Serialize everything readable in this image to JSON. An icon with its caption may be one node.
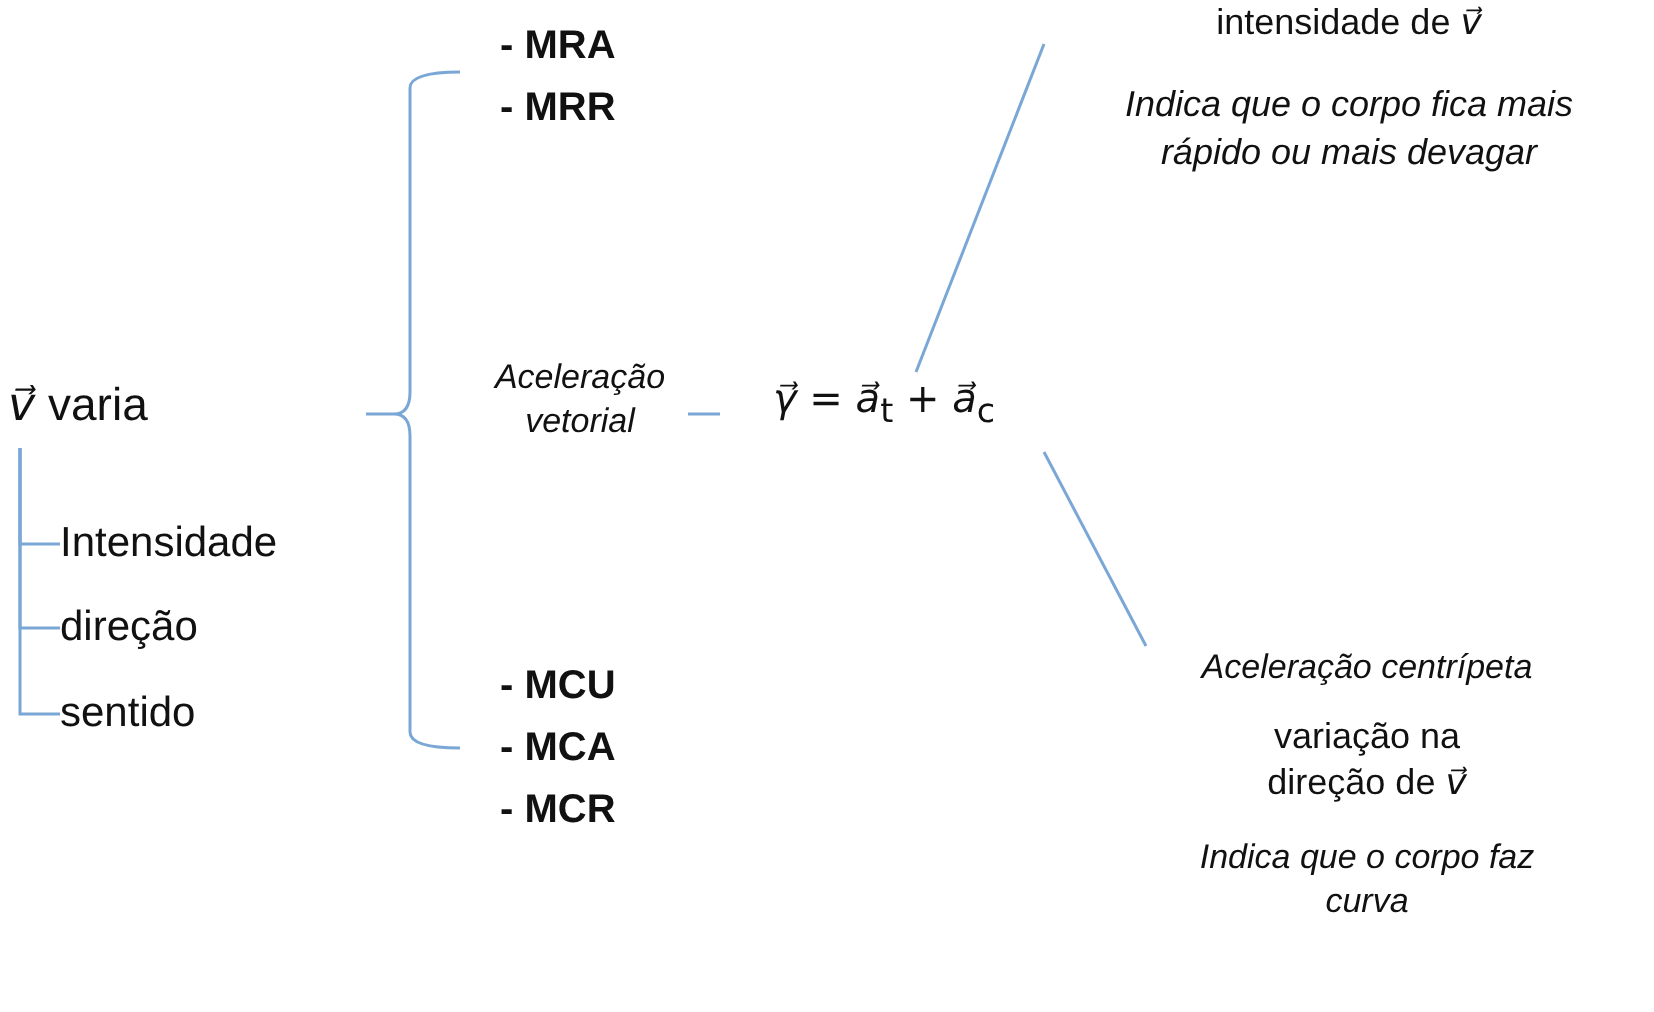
{
  "diagram": {
    "nodes": [
      {
        "text": [
          "*v⃗* varia"
        ]
      },
      {
        "text": [
          "Intensidade"
        ]
      },
      {
        "text": [
          "direção"
        ]
      },
      {
        "text": [
          "sentido"
        ]
      },
      {
        "text": [
          "- MRA",
          "- MRR"
        ]
      },
      {
        "text": [
          "Aceleração vetorial"
        ]
      },
      {
        "text": [
          "- MCU",
          "- MCA",
          "- MCR"
        ]
      },
      {
        "text": [
          "*γ⃗* = *a⃗*$_{t}$ + *a⃗*$_{c}$"
        ]
      },
      {
        "text": [
          "intensidade de *v⃗*",
          "Indica que o corpo fica mais rápido ou  mais devagar"
        ]
      },
      {
        "text": [
          "Aceleração centrípeta",
          "variação na direção de *v⃗*",
          "Indica que o corpo faz curva"
        ]
      }
    ],
    "edges": [
      {
        "from": 0,
        "to": 1,
        "arrow": "none"
      },
      {
        "from": 0,
        "to": 2,
        "arrow": "none"
      },
      {
        "from": 0,
        "to": 3,
        "arrow": "none"
      },
      {
        "from": 5,
        "to": 7,
        "arrow": "none"
      },
      {
        "from": 7,
        "to": 8,
        "arrow": "none"
      },
      {
        "from": 7,
        "to": 9,
        "arrow": "none"
      }
    ]
  }
}
